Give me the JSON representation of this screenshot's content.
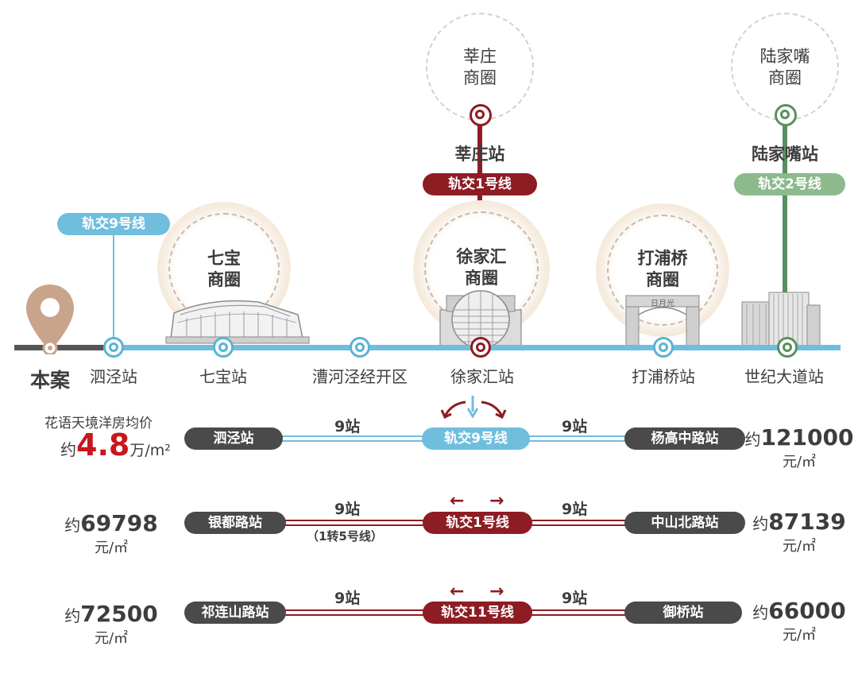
{
  "hubs": {
    "qibao": "七宝\n商圈",
    "xujiahui": "徐家汇\n商圈",
    "dapuqiao": "打浦桥\n商圈",
    "xinzhuang": "莘庄\n商圈",
    "lujiazui": "陆家嘴\n商圈"
  },
  "top_stations": {
    "xinzhuang": "莘庄站",
    "lujiazui": "陆家嘴站"
  },
  "line_tags": {
    "line9": "轨交9号线",
    "line1": "轨交1号线",
    "line2": "轨交2号线"
  },
  "main_stations": [
    "本案",
    "泗泾站",
    "七宝站",
    "漕河泾经开区",
    "徐家汇站",
    "打浦桥站",
    "世纪大道站"
  ],
  "building_sign": "日月光",
  "colors": {
    "line9": "#5fb6d6",
    "line1": "#8e1c23",
    "line2": "#5a8f5f",
    "pin": "#c9a48a",
    "dark_pill": "#4a4a4a"
  },
  "icons": [
    "location-pin-icon",
    "left-arrow-icon",
    "right-arrow-icon",
    "down-arrow-icon"
  ],
  "project": {
    "title": "花语天境洋房均价",
    "prefix": "约",
    "price": "4.8",
    "unit": "万/m²"
  },
  "rows": [
    {
      "left_station": "泗泾站",
      "right_station": "杨高中路站",
      "line": "轨交9号线",
      "left_steps": "9站",
      "right_steps": "9站",
      "right_prefix": "约",
      "right_price": "121000",
      "right_unit": "元/㎡"
    },
    {
      "left_station": "银都路站",
      "right_station": "中山北路站",
      "line": "轨交1号线",
      "left_steps": "9站",
      "right_steps": "9站",
      "transfer": "（1转5号线）",
      "left_prefix": "约",
      "left_price": "69798",
      "left_unit": "元/㎡",
      "right_prefix": "约",
      "right_price": "87139",
      "right_unit": "元/㎡"
    },
    {
      "left_station": "祁连山路站",
      "right_station": "御桥站",
      "line": "轨交11号线",
      "left_steps": "9站",
      "right_steps": "9站",
      "left_prefix": "约",
      "left_price": "72500",
      "left_unit": "元/㎡",
      "right_prefix": "约",
      "right_price": "66000",
      "right_unit": "元/㎡"
    }
  ]
}
